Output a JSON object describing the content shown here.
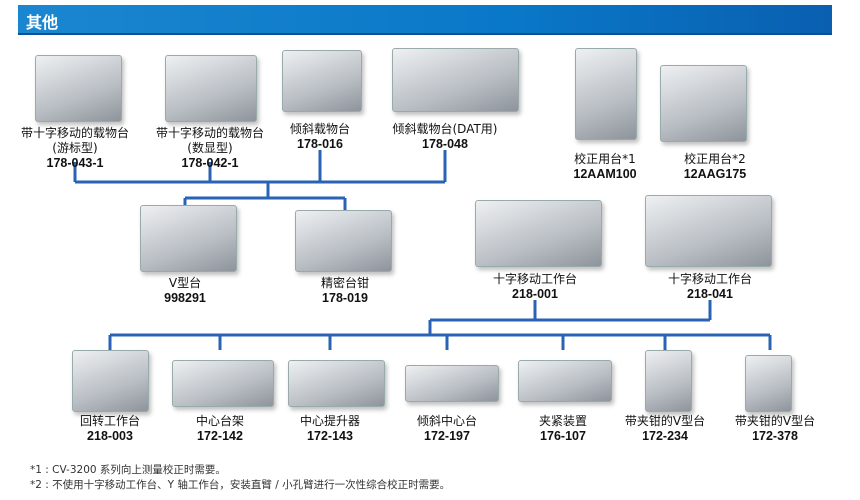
{
  "header": {
    "title": "其他"
  },
  "row1": [
    {
      "name": "带十字移动的载物台",
      "sub": "(游标型)",
      "code": "178-043-1"
    },
    {
      "name": "带十字移动的载物台",
      "sub": "(数显型)",
      "code": "178-042-1"
    },
    {
      "name": "倾斜载物台",
      "code": "178-016"
    },
    {
      "name": "倾斜载物台(DAT用)",
      "code": "178-048"
    },
    {
      "name": "校正用台*1",
      "code": "12AAM100"
    },
    {
      "name": "校正用台*2",
      "code": "12AAG175"
    }
  ],
  "row2": [
    {
      "name": "V型台",
      "code": "998291"
    },
    {
      "name": "精密台钳",
      "code": "178-019"
    },
    {
      "name": "十字移动工作台",
      "code": "218-001"
    },
    {
      "name": "十字移动工作台",
      "code": "218-041"
    }
  ],
  "row3": [
    {
      "name": "回转工作台",
      "code": "218-003"
    },
    {
      "name": "中心台架",
      "code": "172-142"
    },
    {
      "name": "中心提升器",
      "code": "172-143"
    },
    {
      "name": "倾斜中心台",
      "code": "172-197"
    },
    {
      "name": "夹紧装置",
      "code": "176-107"
    },
    {
      "name": "带夹钳的V型台",
      "code": "172-234"
    },
    {
      "name": "带夹钳的V型台",
      "code": "172-378"
    }
  ],
  "notes": [
    "*1 : CV-3200 系列向上测量校正时需要。",
    "*2 : 不使用十字移动工作台、Y 轴工作台，安装直臂 / 小孔臂进行一次性综合校正时需要。"
  ],
  "colors": {
    "line": "#2a63b5",
    "header": "#0a78c8"
  }
}
